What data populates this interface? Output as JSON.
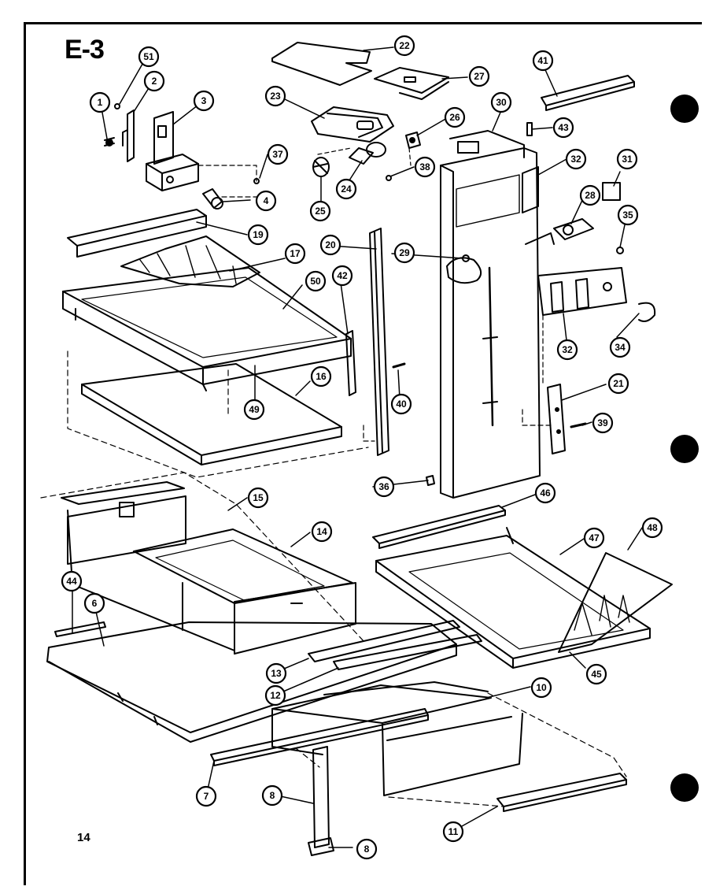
{
  "page": {
    "title": "E-3",
    "page_number": "14"
  },
  "callouts": [
    {
      "id": "c51",
      "label": "51"
    },
    {
      "id": "c2",
      "label": "2"
    },
    {
      "id": "c1",
      "label": "1"
    },
    {
      "id": "c3",
      "label": "3"
    },
    {
      "id": "c37",
      "label": "37"
    },
    {
      "id": "c4",
      "label": "4"
    },
    {
      "id": "c23",
      "label": "23"
    },
    {
      "id": "c22",
      "label": "22"
    },
    {
      "id": "c27",
      "label": "27"
    },
    {
      "id": "c26",
      "label": "26"
    },
    {
      "id": "c24",
      "label": "24"
    },
    {
      "id": "c25",
      "label": "25"
    },
    {
      "id": "c38a",
      "label": "38"
    },
    {
      "id": "c30",
      "label": "30"
    },
    {
      "id": "c41",
      "label": "41"
    },
    {
      "id": "c43",
      "label": "43"
    },
    {
      "id": "c32a",
      "label": "32"
    },
    {
      "id": "c31",
      "label": "31"
    },
    {
      "id": "c28",
      "label": "28"
    },
    {
      "id": "c35",
      "label": "35"
    },
    {
      "id": "c19",
      "label": "19"
    },
    {
      "id": "c17",
      "label": "17"
    },
    {
      "id": "c20",
      "label": "20"
    },
    {
      "id": "c29",
      "label": "29"
    },
    {
      "id": "c42",
      "label": "42"
    },
    {
      "id": "c50",
      "label": "50"
    },
    {
      "id": "c32b",
      "label": "32"
    },
    {
      "id": "c34",
      "label": "34"
    },
    {
      "id": "c49a",
      "label": "49"
    },
    {
      "id": "c16",
      "label": "16"
    },
    {
      "id": "c40",
      "label": "40"
    },
    {
      "id": "c21",
      "label": "21"
    },
    {
      "id": "c39",
      "label": "39"
    },
    {
      "id": "c36",
      "label": "36"
    },
    {
      "id": "c15",
      "label": "15"
    },
    {
      "id": "c14",
      "label": "14"
    },
    {
      "id": "c46",
      "label": "46"
    },
    {
      "id": "c47",
      "label": "47"
    },
    {
      "id": "c48",
      "label": "48"
    },
    {
      "id": "c44",
      "label": "44"
    },
    {
      "id": "c6",
      "label": "6"
    },
    {
      "id": "c13",
      "label": "13"
    },
    {
      "id": "c12",
      "label": "12"
    },
    {
      "id": "c45",
      "label": "45"
    },
    {
      "id": "c10",
      "label": "10"
    },
    {
      "id": "c7",
      "label": "7"
    },
    {
      "id": "c8a",
      "label": "8"
    },
    {
      "id": "c8b",
      "label": "8"
    },
    {
      "id": "c11",
      "label": "11"
    }
  ]
}
